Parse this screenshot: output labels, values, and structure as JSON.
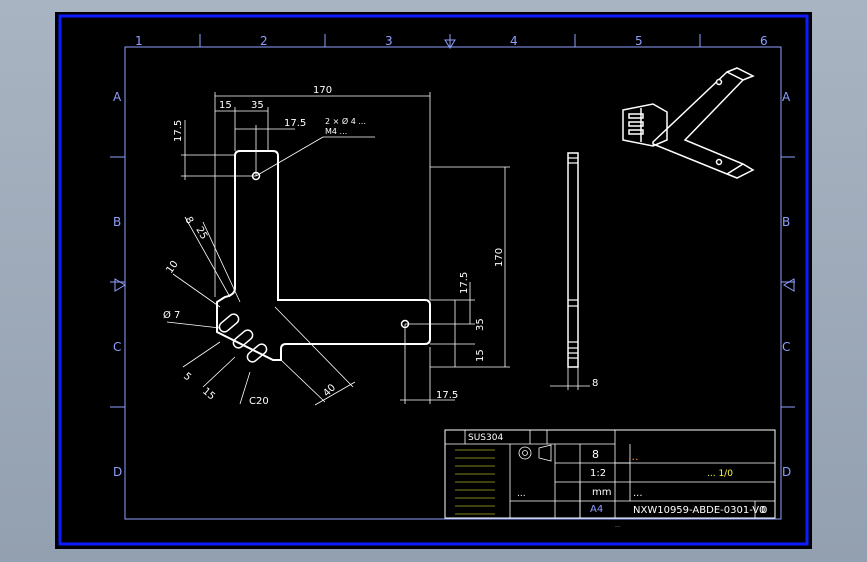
{
  "border": {
    "top_numbers": [
      "1",
      "2",
      "3",
      "4",
      "5",
      "6"
    ],
    "side_letters": [
      "A",
      "B",
      "C",
      "D"
    ]
  },
  "front_view": {
    "dims": {
      "d170_top": "170",
      "d15_top": "15",
      "d35_top": "35",
      "d17_5_top": "17.5",
      "d17_5_left": "17.5",
      "d170_right": "170",
      "d17_5_right": "17.5",
      "d35_right": "35",
      "d15_right": "15",
      "d17_5_bottom": "17.5",
      "d8_diag": "8",
      "d25_diag": "25",
      "d10_diag": "10",
      "phi7": "Ø 7",
      "d5": "5",
      "d15_diag": "15",
      "c20": "C20",
      "d40": "40"
    },
    "note_line1": "2 × Ø 4 ...",
    "note_line2": "M4 ..."
  },
  "side_view": {
    "thickness": "8"
  },
  "title_block": {
    "material": "SUS304",
    "company": "...",
    "quantity": "8",
    "scale": "1:2",
    "unit": "mm",
    "paper_size": "A4",
    "sheet_label": "... 1/0",
    "part_name": "...",
    "treatment": "...",
    "drawing_number": "NXW10959-ABDE-0301-V0",
    "revision": "0",
    "footer": "..."
  }
}
